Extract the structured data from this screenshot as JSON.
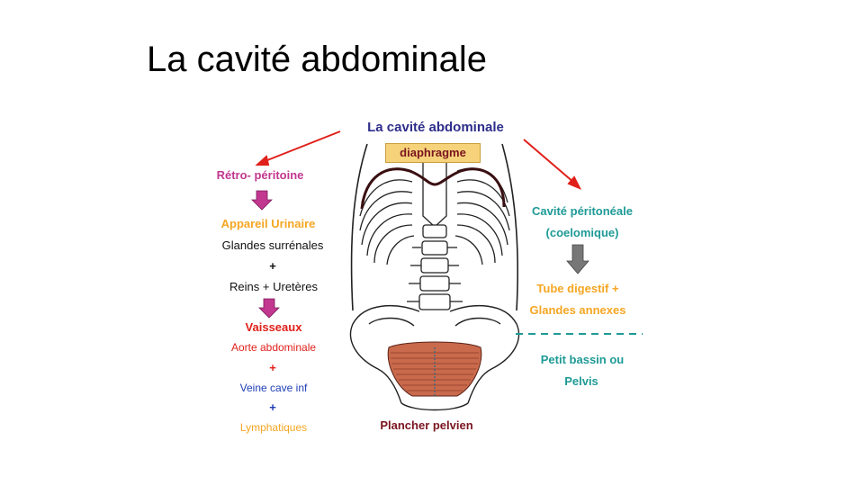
{
  "slide": {
    "title": "La cavité abdominale"
  },
  "diagram": {
    "heading": "La cavité abdominale",
    "diaphragm_label": "diaphragme",
    "pelvic_floor_label": "Plancher pelvien",
    "left": {
      "retro": "Rétro- péritoine",
      "urinary": "Appareil Urinaire",
      "adrenal": "Glandes surrénales",
      "plus1": "+",
      "kidneys": "Reins + Uretères",
      "vessels": "Vaisseaux",
      "aorta": "Aorte abdominale",
      "plus2": "+",
      "vena": "Veine cave inf",
      "plus3": "+",
      "lymph": "Lymphatiques"
    },
    "right": {
      "peritoneal": "Cavité péritonéale",
      "coelomic": "(coelomique)",
      "digestive": "Tube digestif  +",
      "glands": "Glandes annexes",
      "pelvis1": "Petit bassin ou",
      "pelvis2": "Pelvis"
    },
    "colors": {
      "heading": "#2e2e8a",
      "retro": "#c2378f",
      "orange": "#f5a623",
      "red": "#e0201a",
      "blue": "#1f3fb5",
      "teal": "#1e9a96",
      "maroon": "#7a1520",
      "label_bg": "#f6d27a"
    }
  }
}
